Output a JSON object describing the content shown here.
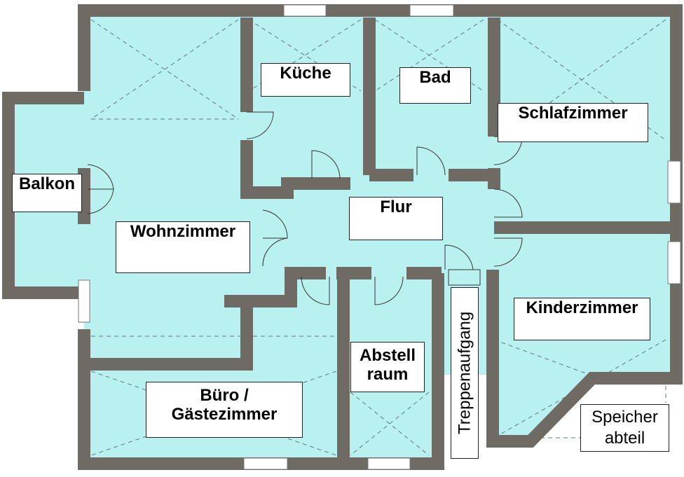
{
  "title": "Grundriss Wohnung",
  "rooms": {
    "kueche": "Küche",
    "bad": "Bad",
    "schlafzimmer": "Schlafzimmer",
    "balkon": "Balkon",
    "flur": "Flur",
    "wohnzimmer": "Wohnzimmer",
    "kinderzimmer": "Kinderzimmer",
    "abstellraum_1": "Abstell",
    "abstellraum_2": "raum",
    "buero_1": "Büro /",
    "buero_2": "Gästezimmer",
    "treppe": "Treppenaufgang",
    "speicher_1": "Speicher",
    "speicher_2": "abteil"
  },
  "colors": {
    "floor": "#b9f1f1",
    "wall": "#6f6a64",
    "outline": "#1a1a1a"
  }
}
